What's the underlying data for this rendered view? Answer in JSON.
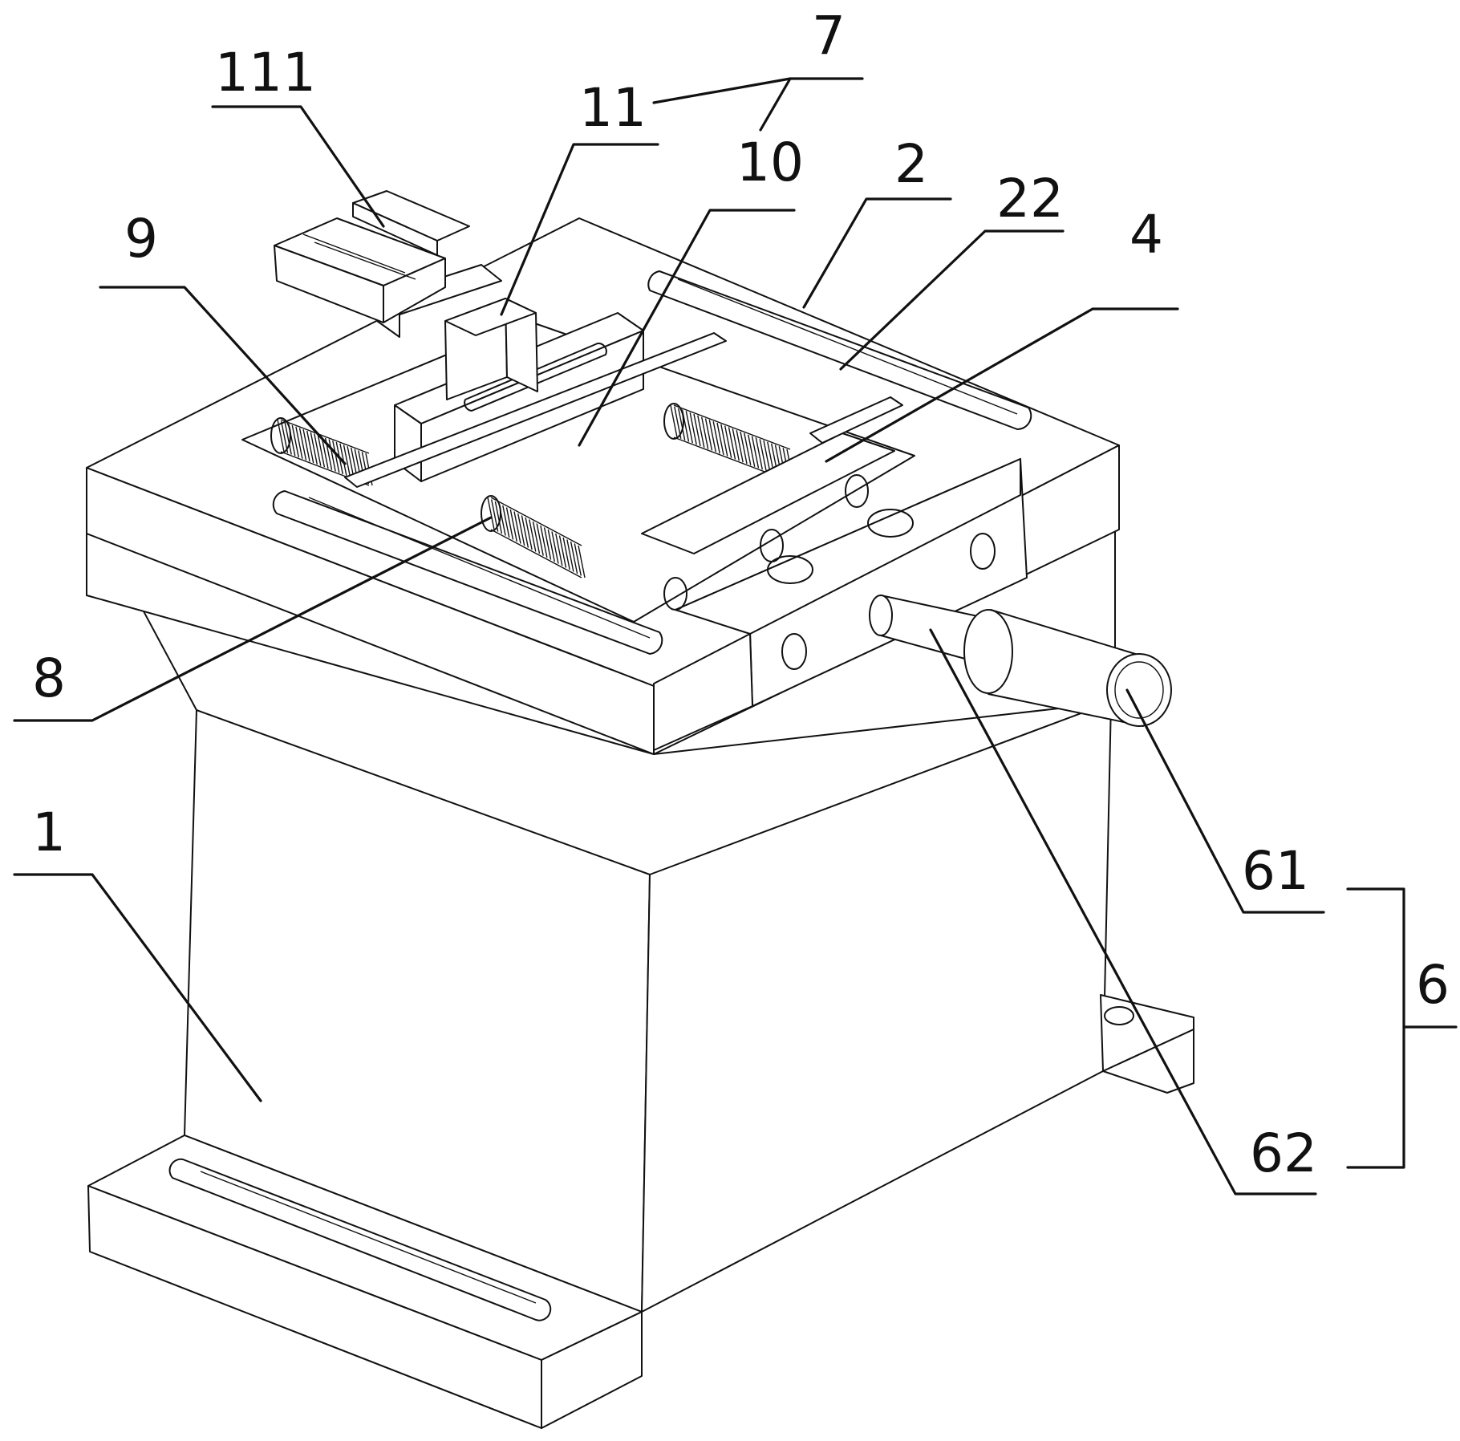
{
  "labels": {
    "l111": "111",
    "l11": "11",
    "l7": "7",
    "l10": "10",
    "l2": "2",
    "l22": "22",
    "l4": "4",
    "l9": "9",
    "l8": "8",
    "l1": "1",
    "l61": "61",
    "l6": "6",
    "l62": "62"
  },
  "colors": {
    "line": "#111111",
    "background": "#ffffff"
  }
}
